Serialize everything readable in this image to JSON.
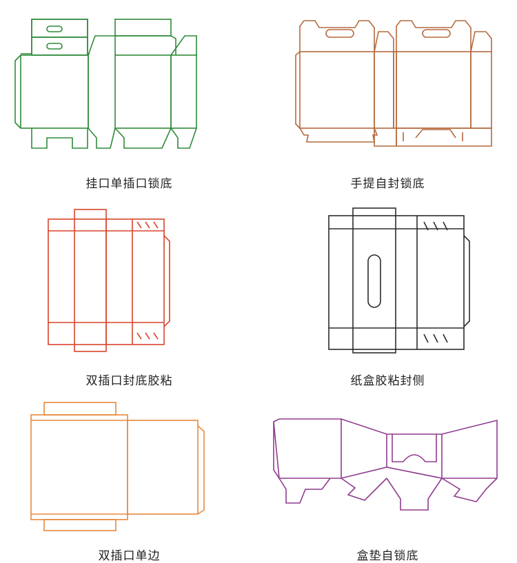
{
  "panels": [
    {
      "label": "挂口单插口锁底",
      "color": "#2f8a3a"
    },
    {
      "label": "手提自封锁底",
      "color": "#b4683c"
    },
    {
      "label": "双插口封底胶粘",
      "color": "#d9432a"
    },
    {
      "label": "纸盒胶粘封侧",
      "color": "#2b2b2b"
    },
    {
      "label": "双插口单边",
      "color": "#e8893a"
    },
    {
      "label": "盒垫自锁底",
      "color": "#8f3b8e"
    }
  ]
}
